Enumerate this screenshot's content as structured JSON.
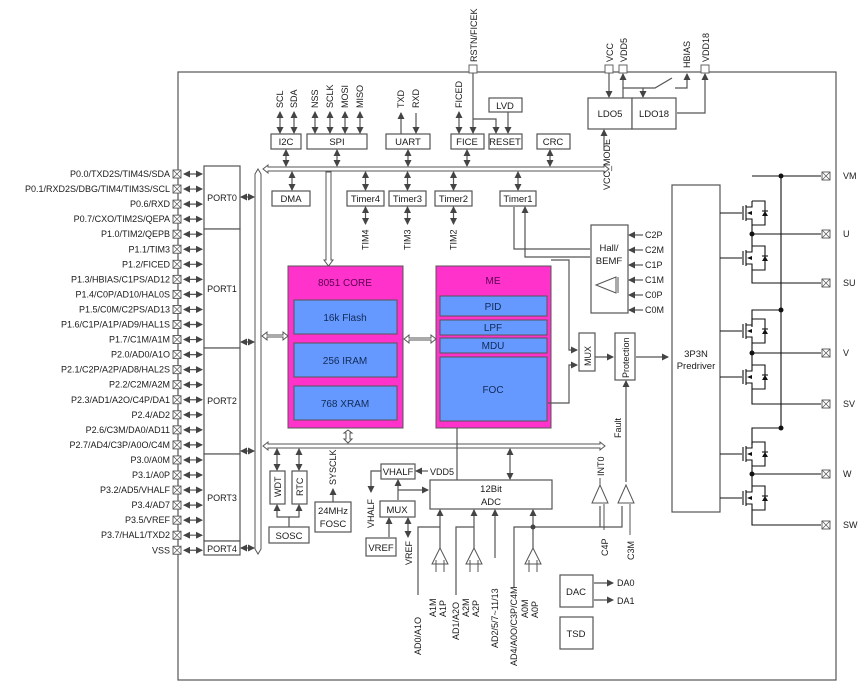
{
  "left_pins": [
    "P0.0/TXD2S/TIM4S/SDA",
    "P0.1/RXD2S/DBG/TIM4/TIM3S/SCL",
    "P0.6/RXD",
    "P0.7/CXO/TIM2S/QEPA",
    "P1.0/TIM2/QEPB",
    "P1.1/TIM3",
    "P1.2/FICED",
    "P1.3/HBIAS/C1PS/AD12",
    "P1.4/C0P/AD10/HAL0S",
    "P1.5/C0M/C2PS/AD13",
    "P1.6/C1P/A1P/AD9/HAL1S",
    "P1.7/C1M/A1M",
    "P2.0/AD0/A1O",
    "P2.1/C2P/A2P/AD8/HAL2S",
    "P2.2/C2M/A2M",
    "P2.3/AD1/A2O/C4P/DA1",
    "P2.4/AD2",
    "P2.6/C3M/DA0/AD11",
    "P2.7/AD4/C3P/A0O/C4M",
    "P3.0/A0M",
    "P3.1/A0P",
    "P3.2/AD5/VHALF",
    "P3.4/AD7",
    "P3.5/VREF",
    "P3.7/HAL1/TXD2",
    "VSS"
  ],
  "ports": [
    "PORT0",
    "PORT1",
    "PORT2",
    "PORT3",
    "PORT4"
  ],
  "top_pins": {
    "rstn": "RSTN/FICEK",
    "vcc": "VCC",
    "vdd5": "VDD5",
    "hbias": "HBIAS",
    "vdd18": "VDD18"
  },
  "peripherals": {
    "i2c": "I2C",
    "i2c_pins": [
      "SCL",
      "SDA"
    ],
    "spi": "SPI",
    "spi_pins": [
      "NSS",
      "SCLK",
      "MOSI",
      "MISO"
    ],
    "uart": "UART",
    "uart_pins": [
      "TXD",
      "RXD"
    ],
    "fice": "FICE",
    "fice_pin": "FICED",
    "reset": "RESET",
    "lvd": "LVD",
    "crc": "CRC",
    "dma": "DMA",
    "ldo5": "LDO5",
    "ldo18": "LDO18",
    "vcc_mode": "VCC_MODE"
  },
  "timers": [
    {
      "name": "Timer4",
      "pin": "TIM4"
    },
    {
      "name": "Timer3",
      "pin": "TIM3"
    },
    {
      "name": "Timer2",
      "pin": "TIM2"
    },
    {
      "name": "Timer1",
      "pin": ""
    }
  ],
  "core": {
    "title": "8051 CORE",
    "blocks": [
      "16k Flash",
      "256 IRAM",
      "768 XRAM"
    ]
  },
  "me": {
    "title": "ME",
    "blocks": [
      "PID",
      "LPF",
      "MDU",
      "FOC"
    ]
  },
  "hall": {
    "title1": "Hall/",
    "title2": "BEMF",
    "inputs": [
      "C2P",
      "C2M",
      "C1P",
      "C1M",
      "C0P",
      "C0M"
    ]
  },
  "mux_right": "MUX",
  "protection": "Protection",
  "fault": "Fault",
  "predriver": {
    "line1": "3P3N",
    "line2": "Predriver"
  },
  "right_pins": [
    "VM",
    "U",
    "SU",
    "V",
    "SV",
    "W",
    "SW"
  ],
  "bottom": {
    "wdt": "WDT",
    "rtc": "RTC",
    "sosc": "SOSC",
    "sysclk": "SYSCLK",
    "fosc1": "24MHz",
    "fosc2": "FOSC",
    "vhalf": "VHALF",
    "vdd5": "VDD5",
    "vhalf_out": "VHALF",
    "mux": "MUX",
    "vref": "VREF",
    "vref_out": "VREF",
    "adc1": "12Bit",
    "adc2": "ADC",
    "adc_inputs": [
      "AD0/A1O",
      "A1M",
      "A1P",
      "AD1/A2O",
      "A2M",
      "A2P",
      "AD2/5/7~11/13",
      "AD4/A0O/C3P/C4M",
      "A0M",
      "A0P"
    ],
    "int0": "INT0",
    "c4p": "C4P",
    "c3m": "C3M",
    "dac": "DAC",
    "dac_outputs": [
      "DA0",
      "DA1"
    ],
    "tsd": "TSD"
  }
}
